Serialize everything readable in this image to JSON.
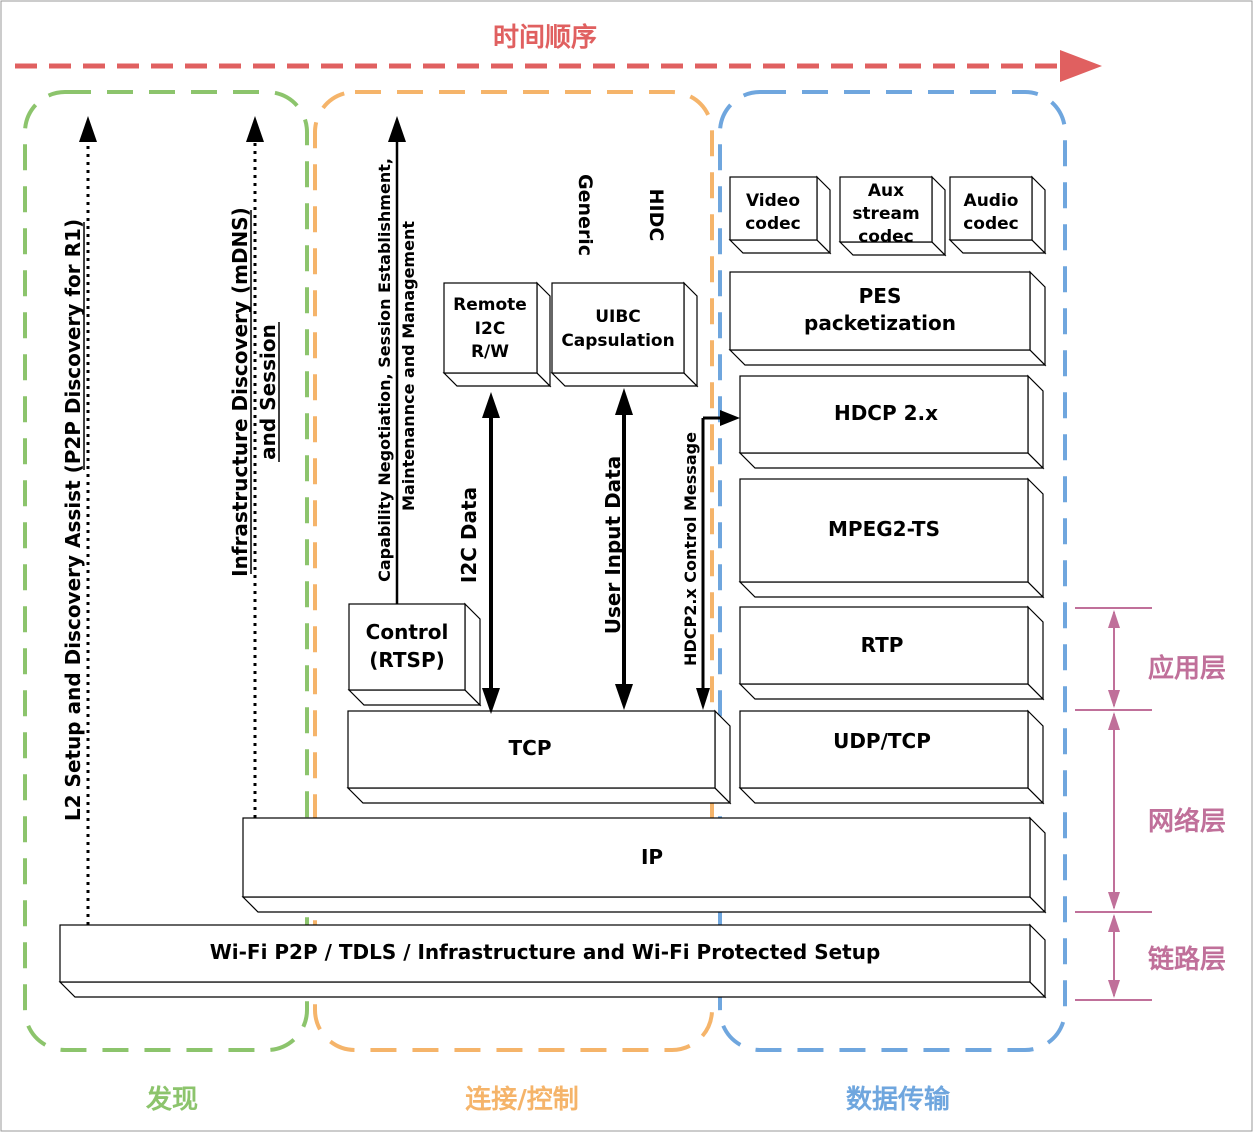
{
  "timeline": {
    "label": "时间顺序",
    "color": "#e06060"
  },
  "groups": {
    "discovery": {
      "label": "发现",
      "color": "#8cc46c"
    },
    "connection": {
      "label": "连接/控制",
      "color": "#f5b46a"
    },
    "data": {
      "label": "数据传输",
      "color": "#6fa6de"
    }
  },
  "layers": {
    "application": "应用层",
    "network": "网络层",
    "link": "链路层",
    "color": "#c0709a"
  },
  "boxes": {
    "video_codec": [
      "Video",
      "codec"
    ],
    "aux_codec": [
      "Aux",
      "stream",
      "codec"
    ],
    "audio_codec": [
      "Audio",
      "codec"
    ],
    "pes": [
      "PES",
      "packetization"
    ],
    "hdcp": "HDCP 2.x",
    "mpeg2ts": "MPEG2-TS",
    "rtp": "RTP",
    "udptcp": "UDP/TCP",
    "tcp": "TCP",
    "ip": "IP",
    "wifi": "Wi-Fi P2P / TDLS / Infrastructure and Wi-Fi Protected Setup",
    "control": [
      "Control",
      "(RTSP)"
    ],
    "remote_i2c": [
      "Remote",
      "I2C",
      "R/W"
    ],
    "uibc": [
      "UIBC",
      "Capsulation"
    ]
  },
  "vertical_labels": {
    "l2_setup": "L2 Setup and Discovery Assist (P2P Discovery for R1)",
    "infra_discovery_1": "Infrastructure Discovery (mDNS)",
    "infra_discovery_2": "and Session",
    "capability_1": "Capability Negotiation, Session Establishment,",
    "capability_2": "Maintenannce and Management",
    "i2c_data": "I2C Data",
    "user_input": "User Input Data",
    "hdcp_msg": "HDCP2.x Control Message",
    "generic": "Generic",
    "hidc": "HIDC"
  }
}
